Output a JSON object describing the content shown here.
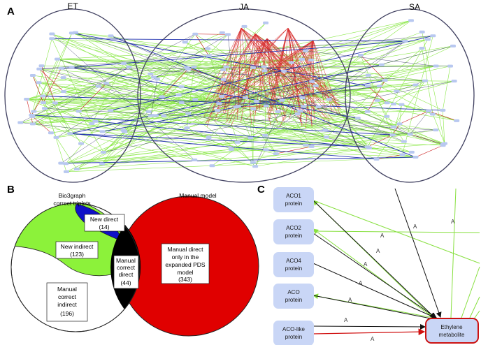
{
  "panelA": {
    "letter": "A",
    "regions": [
      "ET",
      "JA",
      "SA"
    ]
  },
  "panelB": {
    "letter": "B",
    "bio3graph_title_line1": "Bio3graph",
    "bio3graph_title_line2": "correct triplets",
    "manual_title": "Manual model",
    "new_direct_label": "New direct",
    "new_direct_count": "(14)",
    "new_indirect_label": "New indirect",
    "new_indirect_count": "(123)",
    "manual_correct_direct_l1": "Manual",
    "manual_correct_direct_l2": "correct",
    "manual_correct_direct_l3": "direct",
    "manual_correct_direct_count": "(44)",
    "manual_correct_indirect_l1": "Manual",
    "manual_correct_indirect_l2": "correct",
    "manual_correct_indirect_l3": "indirect",
    "manual_correct_indirect_count": "(196)",
    "manual_only_l1": "Manual direct",
    "manual_only_l2": "only in the",
    "manual_only_l3": "expanded PDS",
    "manual_only_l4": "model",
    "manual_only_count": "(343)",
    "colors": {
      "green": "#8cf23a",
      "blue": "#1010c8",
      "red": "#e00000",
      "black": "#000000"
    }
  },
  "panelC": {
    "letter": "C",
    "nodes": [
      {
        "line1": "ACO1",
        "line2": "protein"
      },
      {
        "line1": "ACO2",
        "line2": "protein"
      },
      {
        "line1": "ACO4",
        "line2": "protein"
      },
      {
        "line1": "ACO",
        "line2": "protein"
      },
      {
        "line1": "ACO-like",
        "line2": "protein"
      }
    ],
    "target": {
      "line1": "Ethylene",
      "line2": "metabolite"
    },
    "edge_label": "A",
    "colors": {
      "node_fill": "#c9d6f6",
      "target_border": "#cc1111",
      "green_edge": "#88e040",
      "black_edge": "#111111",
      "red_edge": "#d01010"
    }
  }
}
